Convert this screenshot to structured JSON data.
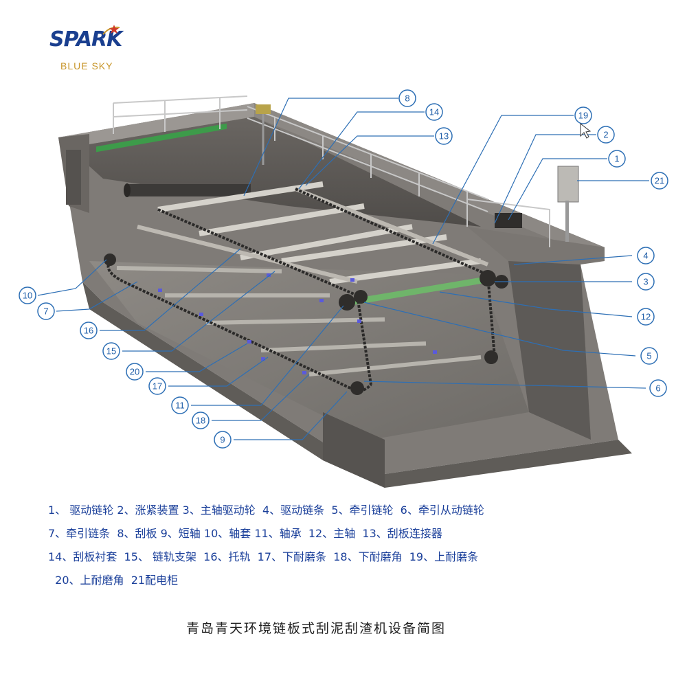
{
  "logo": {
    "main": "SPARK",
    "sub": "BLUE SKY"
  },
  "callouts": [
    "8",
    "14",
    "13",
    "19",
    "2",
    "1",
    "21",
    "4",
    "3",
    "12",
    "5",
    "6",
    "10",
    "7",
    "16",
    "15",
    "20",
    "17",
    "11",
    "18",
    "9"
  ],
  "legend": [
    "1、 驱动链轮 2、涨紧装置 3、主轴驱动轮  4、驱动链条  5、牵引链轮  6、牵引从动链轮",
    "7、牵引链条  8、刮板 9、短轴 10、轴套 11、轴承  12、主轴  13、刮板连接器",
    "14、刮板衬套  15、 链轨支架  16、托轨  17、下耐磨条  18、下耐磨角  19、上耐磨条",
    "  20、上耐磨角  21配电柜"
  ],
  "caption": "青岛青天环境链板式刮泥刮渣机设备简图",
  "colors": {
    "accent": "#2d6fb5",
    "legend_text": "#1a3f9a",
    "concrete": "#7d7a76",
    "rail": "#c9c6bf",
    "shaft": "#6fb56a"
  }
}
